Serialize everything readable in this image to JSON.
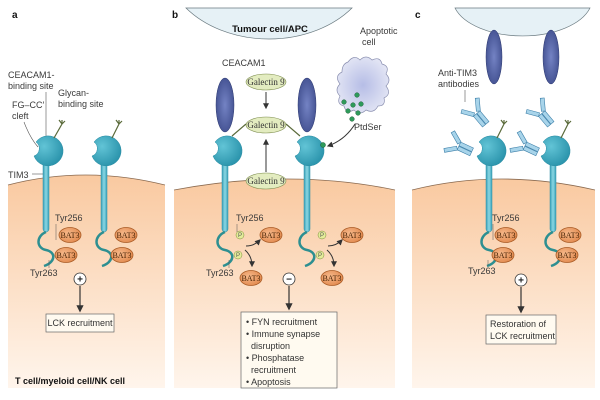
{
  "panels": {
    "a": {
      "letter": "a",
      "labels": {
        "ceacam1_site_line1": "CEACAM1-",
        "ceacam1_site_line2": "binding site",
        "glycan_site_line1": "Glycan-",
        "glycan_site_line2": "binding site",
        "cleft_line1": "FG–CC′",
        "cleft_line2": "cleft",
        "tim3": "TIM3",
        "tyr256": "Tyr256",
        "tyr263": "Tyr263"
      },
      "bat3": "BAT3",
      "sign": "+",
      "outcome": "LCK recruitment",
      "cell_label": "T cell/myeloid cell/NK cell"
    },
    "b": {
      "letter": "b",
      "tumour_label": "Tumour cell/APC",
      "ceacam1": "CEACAM1",
      "galectin": "Galectin 9",
      "apoptotic_line1": "Apoptotic",
      "apoptotic_line2": "cell",
      "ptdser": "PtdSer",
      "tyr256": "Tyr256",
      "tyr263": "Tyr263",
      "phospho": "P",
      "bat3": "BAT3",
      "sign": "−",
      "outcomes": [
        "• FYN recruitment",
        "• Immune synapse",
        "disruption",
        "• Phosphatase",
        "recruitment",
        "• Apoptosis"
      ]
    },
    "c": {
      "letter": "c",
      "antibody_line1": "Anti-TIM3",
      "antibody_line2": "antibodies",
      "tyr256": "Tyr256",
      "tyr263": "Tyr263",
      "bat3": "BAT3",
      "sign": "+",
      "outcome_line1": "Restoration of",
      "outcome_line2": "LCK recruitment"
    }
  },
  "colors": {
    "cytoplasm_top": "#f9c9a0",
    "cytoplasm_bottom": "#fff4ea",
    "tim3": "#3aa7bd",
    "tim3_tail": "#2d8f91",
    "ceacam1": "#4a5a9e",
    "tumour_cell": "#e6f2f6",
    "galectin": "#e3ecc0",
    "bat3": "#e8945a",
    "apoptotic": "#c7cbe8",
    "ptdser": "#2e9a5a",
    "antibody": "#7cb8d8"
  }
}
